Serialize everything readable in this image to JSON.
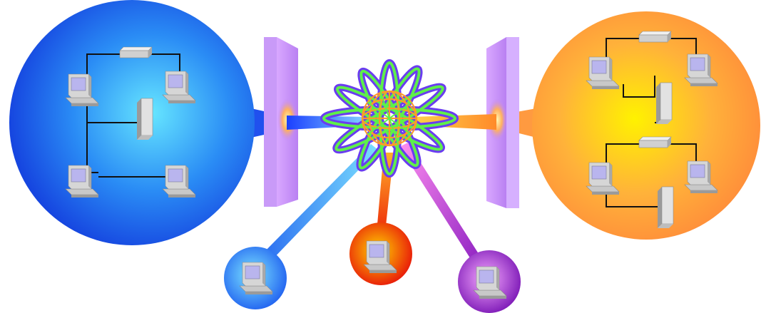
{
  "diagram": {
    "networks": [
      {
        "id": "network-left",
        "icon": "lan-network",
        "computers": 4,
        "switches": 1,
        "servers": 1
      },
      {
        "id": "network-right",
        "icon": "lan-network",
        "computers": 4,
        "switches": 2,
        "servers": 2
      }
    ],
    "firewalls": [
      {
        "id": "firewall-left",
        "icon": "firewall-wall"
      },
      {
        "id": "firewall-right",
        "icon": "firewall-wall"
      }
    ],
    "internet": {
      "icon": "globe-burst"
    },
    "remote_users": [
      {
        "id": "remote-user-blue",
        "icon": "computer",
        "color": "#2f86f0"
      },
      {
        "id": "remote-user-red",
        "icon": "computer",
        "color": "#ee2b0a"
      },
      {
        "id": "remote-user-purple",
        "icon": "computer",
        "color": "#9a1ec0"
      }
    ],
    "colors": {
      "left_network": "#1b5ff0",
      "right_network": "#ff9a2a",
      "firewall": "#c08af5",
      "burst_fill": "#6a3cf0",
      "burst_inner": "#5ef04a"
    }
  }
}
